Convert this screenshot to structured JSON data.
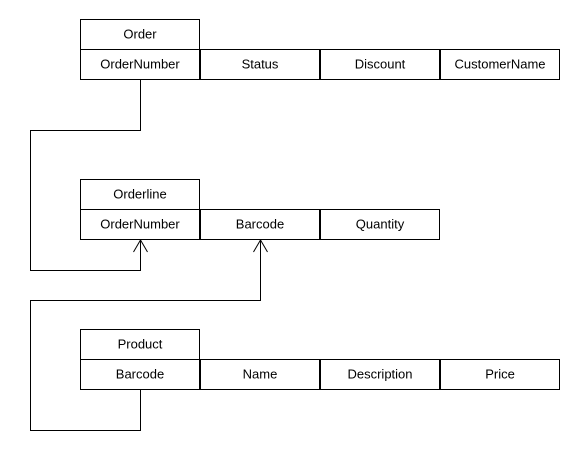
{
  "tables": [
    {
      "name": "Order",
      "columns": [
        "OrderNumber",
        "Status",
        "Discount",
        "CustomerName"
      ]
    },
    {
      "name": "Orderline",
      "columns": [
        "OrderNumber",
        "Barcode",
        "Quantity"
      ]
    },
    {
      "name": "Product",
      "columns": [
        "Barcode",
        "Name",
        "Description",
        "Price"
      ]
    }
  ],
  "relations": [
    {
      "from": "Order.OrderNumber",
      "to": "Orderline.OrderNumber"
    },
    {
      "from": "Product.Barcode",
      "to": "Orderline.Barcode"
    }
  ]
}
